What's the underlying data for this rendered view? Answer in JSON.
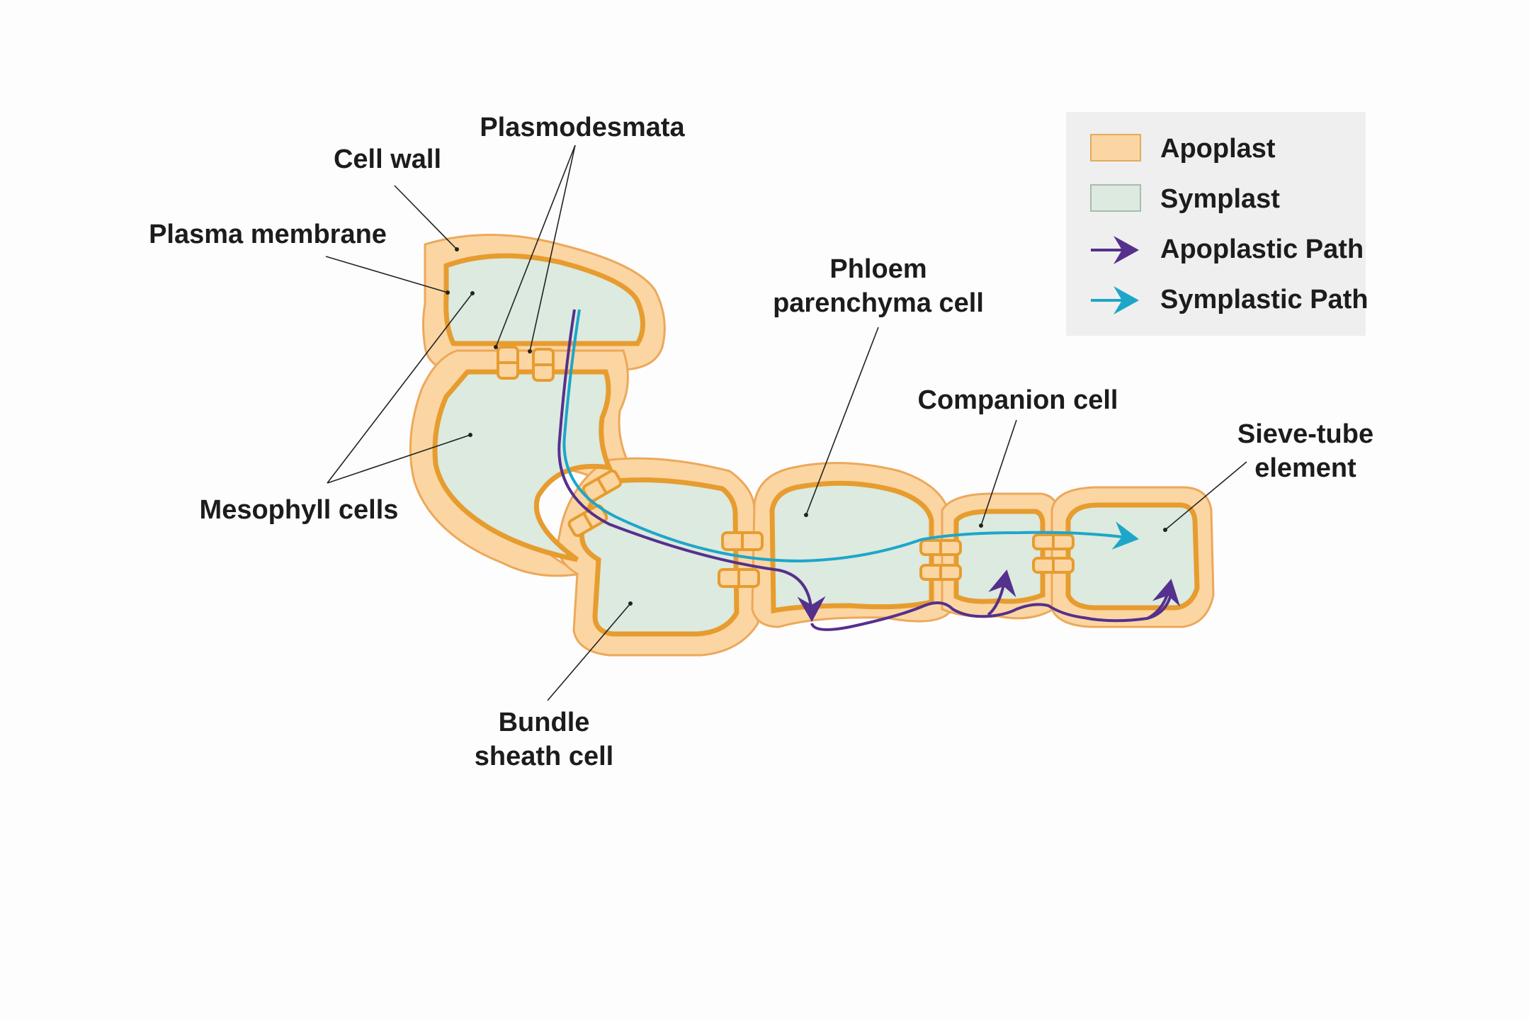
{
  "labels": {
    "cell_wall": "Cell wall",
    "plasmodesmata": "Plasmodesmata",
    "plasma_membrane": "Plasma membrane",
    "mesophyll_cells": "Mesophyll cells",
    "bundle_sheath_line1": "Bundle",
    "bundle_sheath_line2": "sheath cell",
    "phloem_line1": "Phloem",
    "phloem_line2": "parenchyma cell",
    "companion_cell": "Companion cell",
    "sieve_line1": "Sieve-tube",
    "sieve_line2": "element"
  },
  "legend": {
    "apoplast": "Apoplast",
    "symplast": "Symplast",
    "apoplastic_path": "Apoplastic Path",
    "symplastic_path": "Symplastic Path"
  },
  "colors": {
    "apoplast": "#fbd6a3",
    "symplast": "#dceadf",
    "membrane": "#e79c2f",
    "apoplastic_path": "#55308d",
    "symplastic_path": "#1ea6c9"
  }
}
